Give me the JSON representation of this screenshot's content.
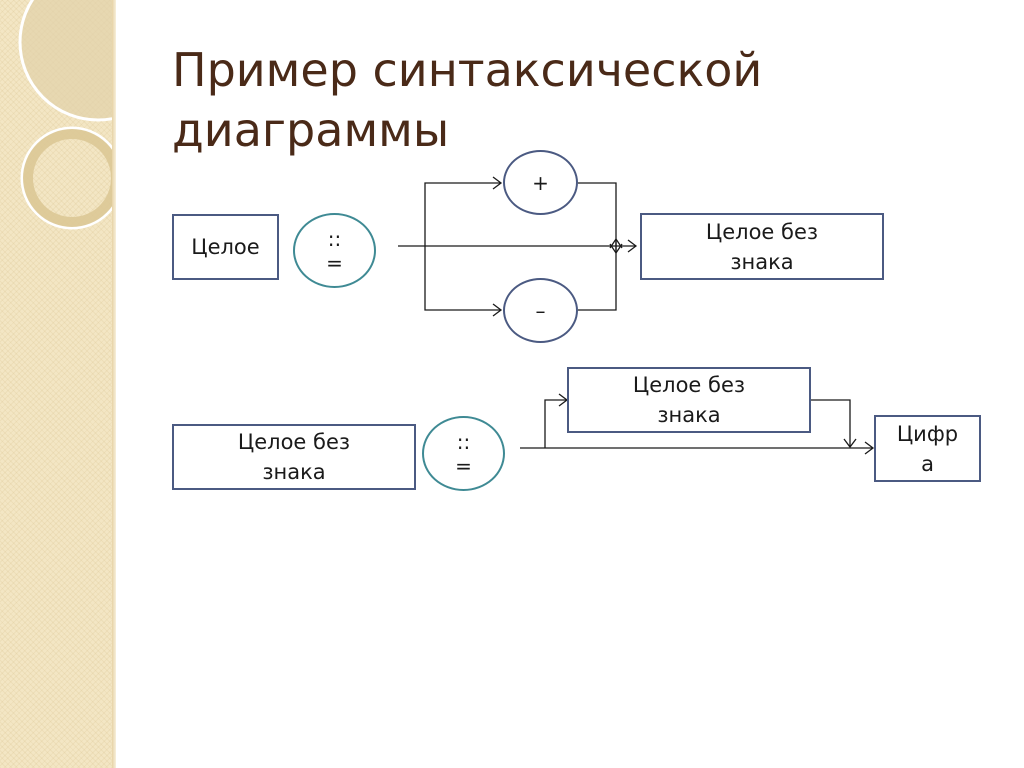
{
  "slide": {
    "title_line1": "Пример синтаксической",
    "title_line2": "диаграммы"
  },
  "diagram1": {
    "left_box": "Целое",
    "define_top": "::",
    "define_bottom": "=",
    "plus_sign": "+",
    "minus_sign": "–",
    "right_box_line1": "Целое без",
    "right_box_line2": "знака"
  },
  "diagram2": {
    "left_box_line1": "Целое без",
    "left_box_line2": "знака",
    "define_top": "::",
    "define_bottom": "=",
    "loop_box_line1": "Целое без",
    "loop_box_line2": "знака",
    "digit_box_line1": "Цифр",
    "digit_box_line2": "а"
  },
  "colors": {
    "title": "#4a2a18",
    "box_border": "#4b5a82",
    "define_circle_border": "#3f8a94",
    "sidebar": "#f3e6c4"
  }
}
